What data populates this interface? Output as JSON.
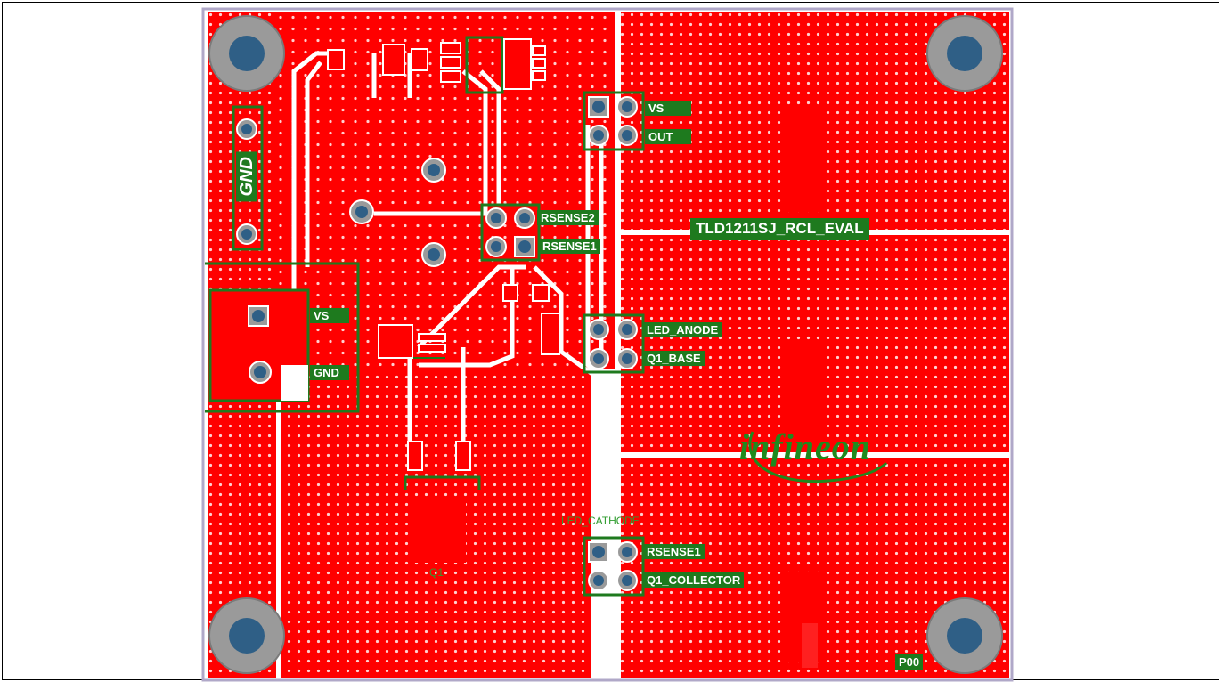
{
  "board": {
    "name": "TLD1211SJ_RCL_EVAL",
    "revision": "P00",
    "logo_text": "infineon"
  },
  "labels": {
    "gnd_vertical": "GND",
    "top_header_vs": "VS",
    "top_header_out": "OUT",
    "rsense2": "RSENSE2",
    "rsense1": "RSENSE1",
    "input_vs": "VS",
    "input_gnd": "GND",
    "led_anode": "LED_ANODE",
    "q1_base": "Q1_BASE",
    "bottom_rsense1": "RSENSE1",
    "q1_collector": "Q1_COLLECTOR"
  },
  "silkscreen": {
    "led_cathode": "LED_CATHODE",
    "q1": "Q1"
  },
  "colors": {
    "copper": "#ff0000",
    "board_bg": "#ffffff",
    "silk_green": "#1e7a1e",
    "pad_gray": "#9a9a9a",
    "pad_blue": "#2f5f86"
  }
}
